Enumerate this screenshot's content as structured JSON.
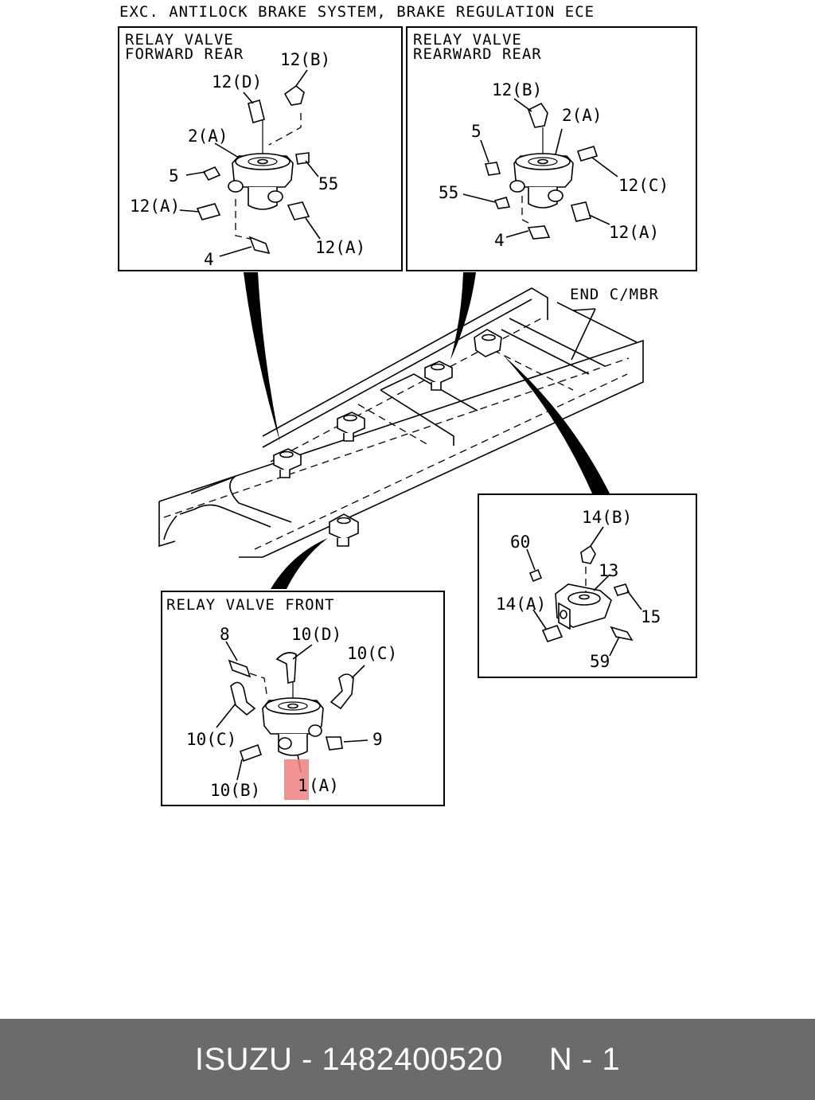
{
  "title": "EXC. ANTILOCK BRAKE SYSTEM, BRAKE REGULATION ECE",
  "panels": {
    "forward_rear": {
      "title_line1": "RELAY VALVE",
      "title_line2": "FORWARD REAR",
      "callouts": [
        "12(B)",
        "12(D)",
        "2(A)",
        "5",
        "55",
        "12(A)",
        "12(A)",
        "4"
      ]
    },
    "rearward_rear": {
      "title_line1": "RELAY VALVE",
      "title_line2": "REARWARD REAR",
      "callouts": [
        "12(B)",
        "2(A)",
        "5",
        "12(C)",
        "55",
        "12(A)",
        "4"
      ]
    },
    "front": {
      "title": "RELAY VALVE FRONT",
      "callouts": [
        "8",
        "10(D)",
        "10(C)",
        "10(C)",
        "9",
        "10(B)",
        "1",
        "(A)"
      ]
    },
    "bracket": {
      "callouts": [
        "14(B)",
        "60",
        "13",
        "14(A)",
        "15",
        "59"
      ]
    }
  },
  "frame_label": "END C/MBR",
  "highlight_part": "1",
  "highlight_color": "#f08080",
  "footer": {
    "brand": "ISUZU",
    "part_number": "1482400520",
    "page": "N - 1",
    "text": "ISUZU - 1482400520     N - 1",
    "bg_color": "#6b6b6b"
  }
}
